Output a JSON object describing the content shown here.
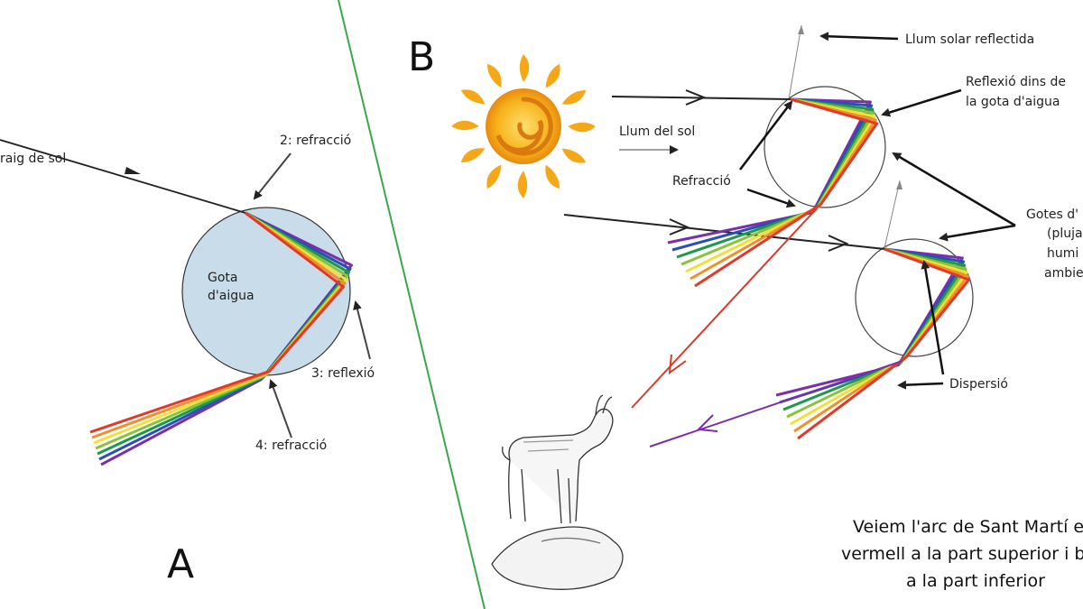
{
  "panel_a": {
    "letter": "A",
    "labels": {
      "sunray": "raig de sol",
      "refraction1": "2: refracció",
      "drop_line1": "Gota",
      "drop_line2": "d'aigua",
      "reflection": "3: reflexió",
      "refraction2": "4: refracció"
    }
  },
  "panel_b": {
    "letter": "B",
    "labels": {
      "reflected_sunlight": "Llum solar reflectida",
      "sunlight": "Llum del sol",
      "internal_reflection_line1": "Reflexió dins de",
      "internal_reflection_line2": "la gota d'aigua",
      "refraction": "Refracció",
      "drops_line1": "Gotes d'",
      "drops_line2": "(pluja",
      "drops_line3": "humi",
      "drops_line4": "ambie",
      "dispersion": "Dispersió"
    },
    "conclusion": {
      "line1": "Veiem l'arc de Sant Martí e",
      "line2": "vermell a la part superior i b",
      "line3": "a la part inferior"
    }
  },
  "colors": {
    "spectrum": [
      "#7b2fa8",
      "#2a4fb5",
      "#1a9a4a",
      "#8ac23a",
      "#f2e03a",
      "#f0902a",
      "#e03a2a"
    ],
    "drop_fill": "#c8dcea",
    "divider": "#3aa84a",
    "ray": "#222222"
  }
}
